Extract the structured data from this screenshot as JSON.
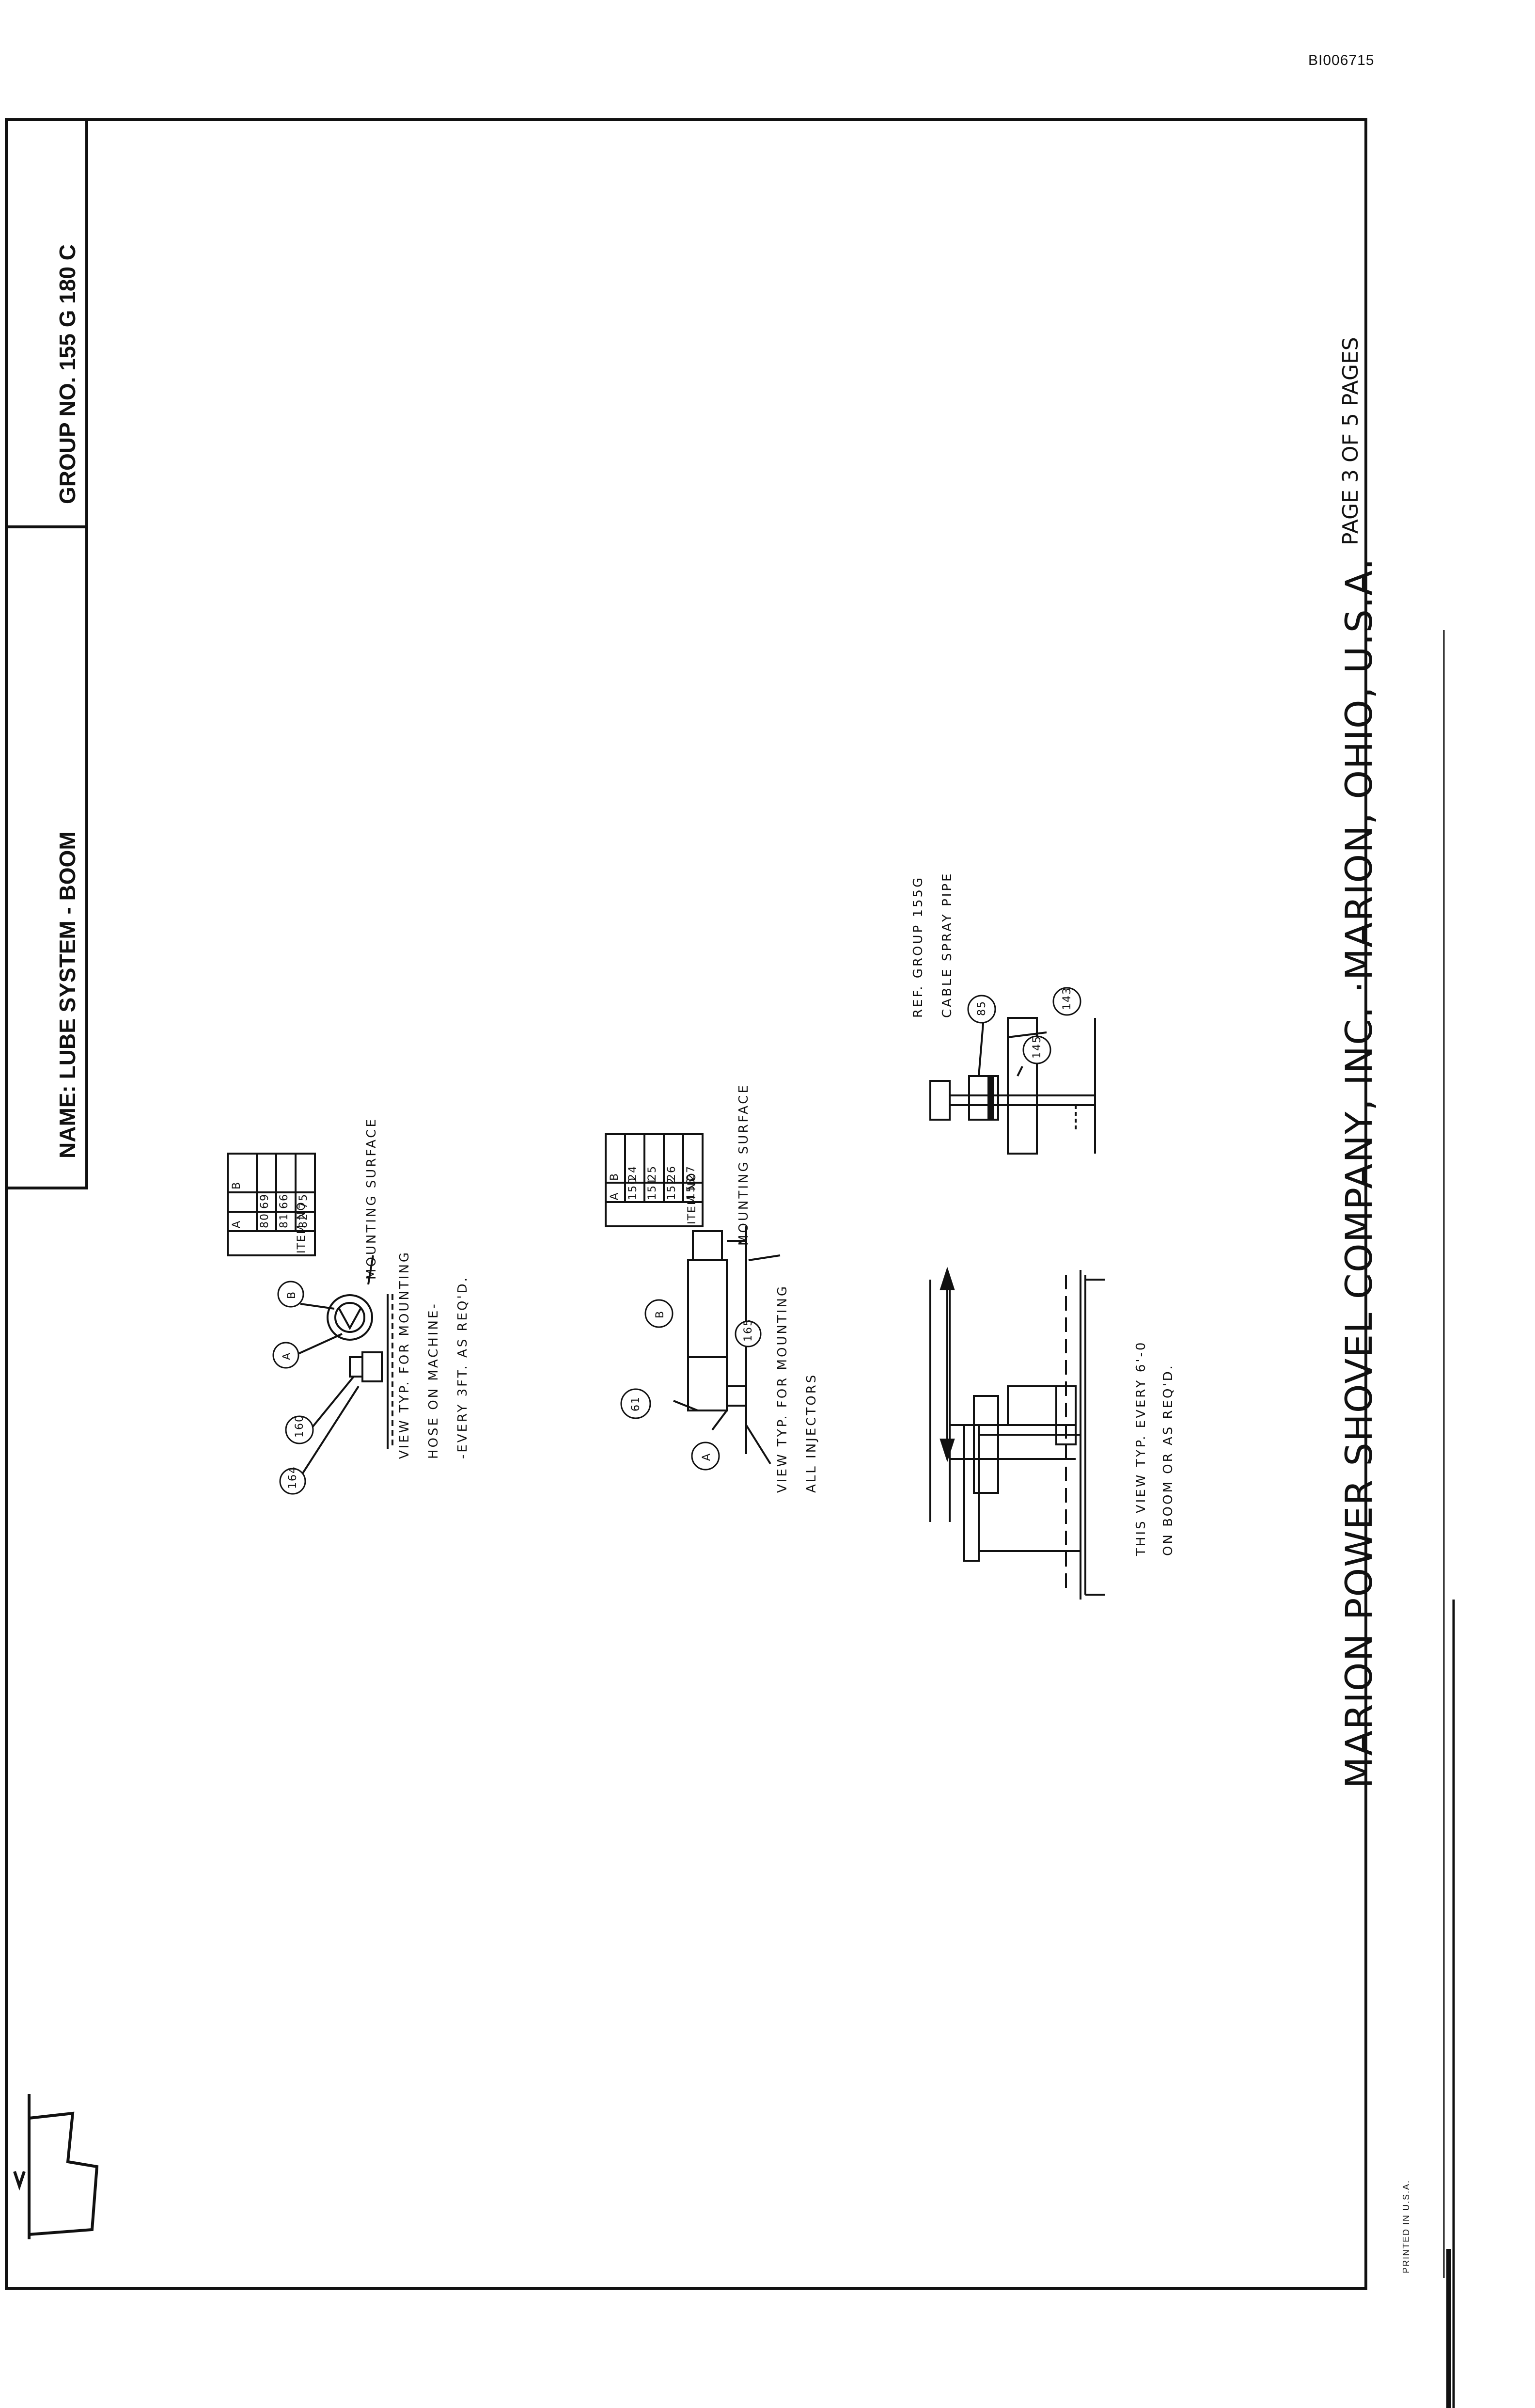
{
  "doc_id": "BI006715",
  "title_block": {
    "group": "GROUP NO. 155 G 180 C",
    "name": "NAME: LUBE SYSTEM - BOOM"
  },
  "footer": {
    "company": "MARION POWER SHOVEL COMPANY, INC. ·MARION, OHIO, U.S.A.",
    "page": "PAGE  3  OF  5  PAGES",
    "printed": "PRINTED IN U.S.A."
  },
  "view1": {
    "mounting_surface": "MOUNTING SURFACE",
    "caption": [
      "VIEW TYP. FOR MOUNTING",
      "HOSE ON MACHINE-",
      "-EVERY 3FT. AS REQ'D."
    ],
    "balloons": [
      "164",
      "160",
      "A",
      "B"
    ],
    "table": {
      "header": [
        "ITEM NO",
        "A",
        "B"
      ],
      "rows": [
        [
          "80",
          "69"
        ],
        [
          "81",
          "66"
        ],
        [
          "82",
          "75"
        ]
      ]
    }
  },
  "view2": {
    "mounting_surface": "MOUNTING SURFACE",
    "caption": [
      "VIEW TYP. FOR MOUNTING",
      "ALL INJECTORS"
    ],
    "balloons": [
      "61",
      "A",
      "B",
      "165"
    ],
    "table": {
      "header": [
        "ITEM NO",
        "A",
        "B"
      ],
      "rows": [
        [
          "150",
          "24"
        ],
        [
          "151",
          "25"
        ],
        [
          "152",
          "26"
        ],
        [
          "153",
          "27"
        ]
      ]
    }
  },
  "view3": {
    "caption": [
      "THIS VIEW TYP. EVERY 6'-0",
      "ON BOOM OR AS REQ'D."
    ]
  },
  "view4": {
    "ref": [
      "REF. GROUP 155G",
      "CABLE SPRAY PIPE"
    ],
    "balloons": [
      "85",
      "145",
      "143"
    ]
  }
}
